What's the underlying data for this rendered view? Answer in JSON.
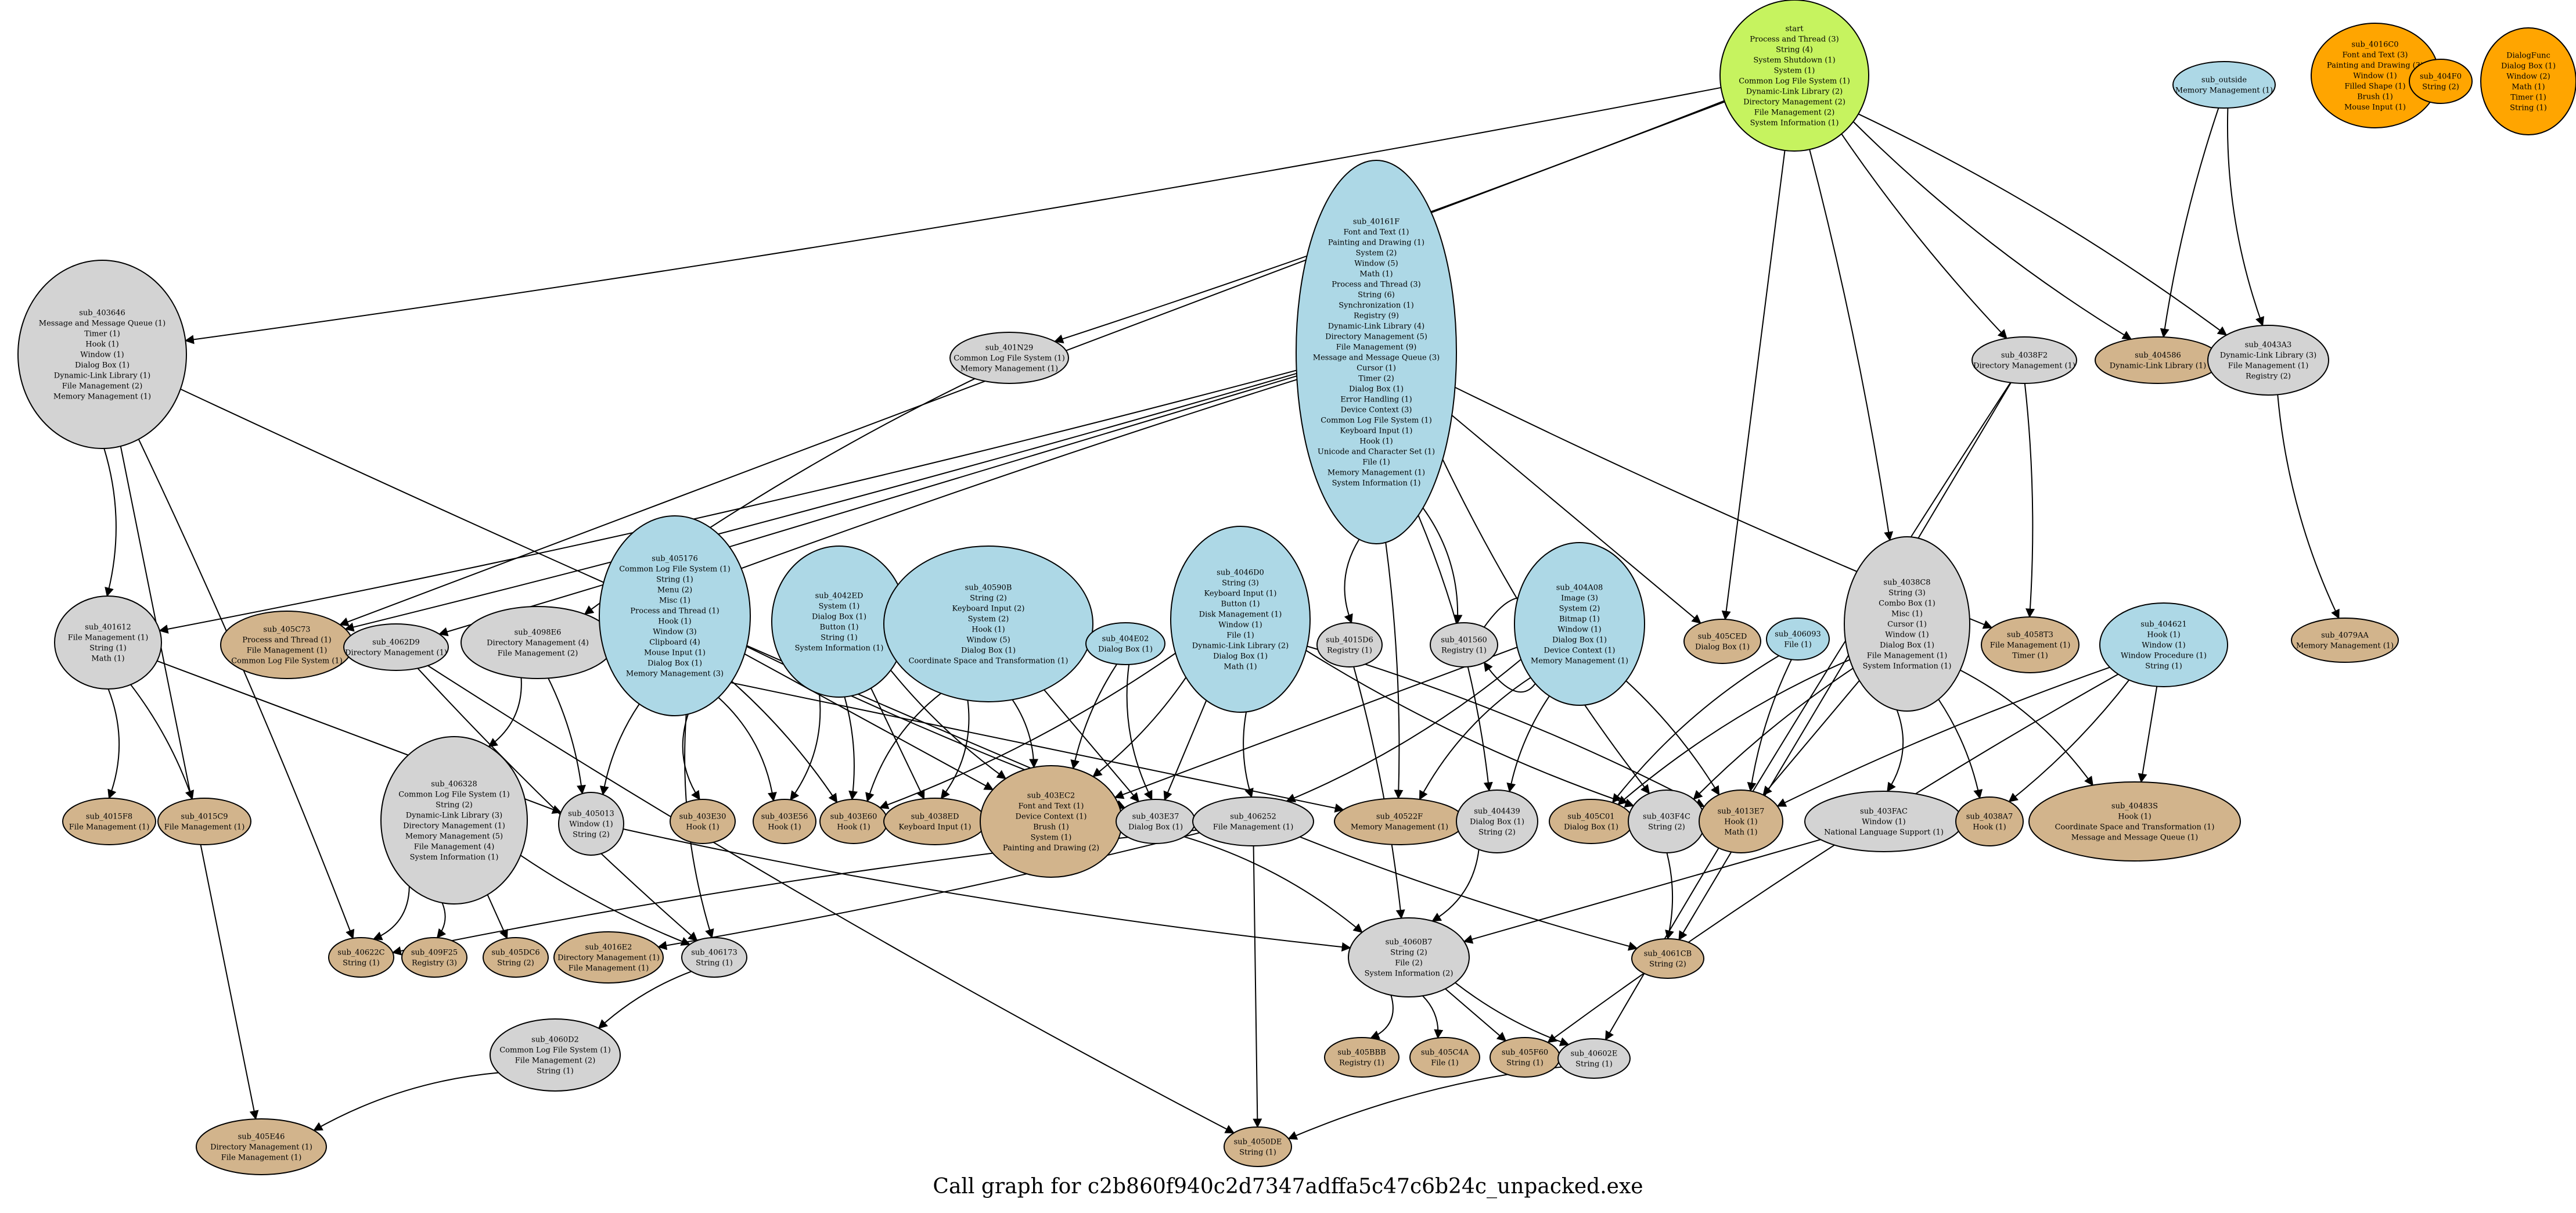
{
  "caption": "Call graph for c2b860f940c2d7347adffa5c47c6b24c_unpacked.exe",
  "colors": {
    "entry": "#c6f35f",
    "function_with_calls": "#add8e6",
    "function_internal": "#d3d3d3",
    "leaf_api": "#d2b48c",
    "exported_unreferenced": "#ffa500"
  },
  "nodes": [
    {
      "id": "start",
      "fill": "entry",
      "lines": [
        "start",
        "Process and Thread (3)",
        "String (4)",
        "System Shutdown (1)",
        "System (1)",
        "Common Log File System (1)",
        "Dynamic-Link Library (2)",
        "Directory Management (2)",
        "File Management (2)",
        "System Information (1)"
      ]
    },
    {
      "id": "sub_4016C0",
      "fill": "exported_unreferenced",
      "lines": [
        "sub_4016C0",
        "Font and Text (3)",
        "Painting and Drawing (3)",
        "Window (1)",
        "Filled Shape (1)",
        "Brush (1)",
        "Mouse Input (1)"
      ]
    },
    {
      "id": "sub_404F0",
      "fill": "exported_unreferenced",
      "lines": [
        "sub_404F0",
        "String (2)"
      ]
    },
    {
      "id": "DialogFunc",
      "fill": "exported_unreferenced",
      "lines": [
        "DialogFunc",
        "Dialog Box (1)",
        "Window (2)",
        "Math (1)",
        "Timer (1)",
        "String (1)"
      ]
    },
    {
      "id": "sub_outside",
      "fill": "function_with_calls",
      "lines": [
        "sub_outside",
        "Memory Management (1)"
      ]
    },
    {
      "id": "sub_403646",
      "fill": "function_internal",
      "lines": [
        "sub_403646",
        "Message and Message Queue (1)",
        "Timer (1)",
        "Hook (1)",
        "Window (1)",
        "Dialog Box (1)",
        "Dynamic-Link Library (1)",
        "File Management (2)",
        "Memory Management (1)"
      ]
    },
    {
      "id": "sub_401N29",
      "fill": "function_internal",
      "lines": [
        "sub_401N29",
        "Common Log File System (1)",
        "Memory Management (1)"
      ]
    },
    {
      "id": "sub_40161F",
      "fill": "function_with_calls",
      "lines": [
        "sub_40161F",
        "Font and Text (1)",
        "Painting and Drawing (1)",
        "System (2)",
        "Window (5)",
        "Math (1)",
        "Process and Thread (3)",
        "String (6)",
        "Synchronization (1)",
        "Registry (9)",
        "Dynamic-Link Library (4)",
        "Directory Management (5)",
        "File Management (9)",
        "Message and Message Queue (3)",
        "Cursor (1)",
        "Timer (2)",
        "Dialog Box (1)",
        "Error Handling (1)",
        "Device Context (3)",
        "Common Log File System (1)",
        "Keyboard Input (1)",
        "Hook (1)",
        "Unicode and Character Set (1)",
        "File (1)",
        "Memory Management (1)",
        "System Information (1)"
      ]
    },
    {
      "id": "sub_4038F2",
      "fill": "function_internal",
      "lines": [
        "sub_4038F2",
        "Directory Management (1)"
      ]
    },
    {
      "id": "sub_404586",
      "fill": "leaf_api",
      "lines": [
        "sub_404586",
        "Dynamic-Link Library (1)"
      ]
    },
    {
      "id": "sub_4043A3",
      "fill": "function_internal",
      "lines": [
        "sub_4043A3",
        "Dynamic-Link Library (3)",
        "File Management (1)",
        "Registry (2)"
      ]
    },
    {
      "id": "sub_401612",
      "fill": "function_internal",
      "lines": [
        "sub_401612",
        "File Management (1)",
        "String (1)",
        "Math (1)"
      ]
    },
    {
      "id": "sub_405C73",
      "fill": "leaf_api",
      "lines": [
        "sub_405C73",
        "Process and Thread (1)",
        "File Management (1)",
        "Common Log File System (1)"
      ]
    },
    {
      "id": "sub_4062D9",
      "fill": "function_internal",
      "lines": [
        "sub_4062D9",
        "Directory Management (1)"
      ]
    },
    {
      "id": "sub_4098E6",
      "fill": "function_internal",
      "lines": [
        "sub_4098E6",
        "Directory Management (4)",
        "File Management (2)"
      ]
    },
    {
      "id": "sub_405176",
      "fill": "function_with_calls",
      "lines": [
        "sub_405176",
        "Common Log File System (1)",
        "String (1)",
        "Menu (2)",
        "Misc (1)",
        "Process and Thread (1)",
        "Hook (1)",
        "Window (3)",
        "Clipboard (4)",
        "Mouse Input (1)",
        "Dialog Box (1)",
        "Memory Management (3)"
      ]
    },
    {
      "id": "sub_4042ED",
      "fill": "function_with_calls",
      "lines": [
        "sub_4042ED",
        "System (1)",
        "Dialog Box (1)",
        "Button (1)",
        "String (1)",
        "System Information (1)"
      ]
    },
    {
      "id": "sub_40590B",
      "fill": "function_with_calls",
      "lines": [
        "sub_40590B",
        "String (2)",
        "Keyboard Input (2)",
        "System (2)",
        "Hook (1)",
        "Window (5)",
        "Dialog Box (1)",
        "Coordinate Space and Transformation (1)"
      ]
    },
    {
      "id": "sub_404E02",
      "fill": "function_with_calls",
      "lines": [
        "sub_404E02",
        "Dialog Box (1)"
      ]
    },
    {
      "id": "sub_4046D0",
      "fill": "function_with_calls",
      "lines": [
        "sub_4046D0",
        "String (3)",
        "Keyboard Input (1)",
        "Button (1)",
        "Disk Management (1)",
        "Window (1)",
        "File (1)",
        "Dynamic-Link Library (2)",
        "Dialog Box (1)",
        "Math (1)"
      ]
    },
    {
      "id": "sub_4015D6",
      "fill": "function_internal",
      "lines": [
        "sub_4015D6",
        "Registry (1)"
      ]
    },
    {
      "id": "sub_401560",
      "fill": "function_internal",
      "lines": [
        "sub_401560",
        "Registry (1)"
      ]
    },
    {
      "id": "sub_404A08",
      "fill": "function_with_calls",
      "lines": [
        "sub_404A08",
        "Image (3)",
        "System (2)",
        "Bitmap (1)",
        "Window (1)",
        "Dialog Box (1)",
        "Device Context (1)",
        "Memory Management (1)"
      ]
    },
    {
      "id": "sub_405CED",
      "fill": "leaf_api",
      "lines": [
        "sub_405CED",
        "Dialog Box (1)"
      ]
    },
    {
      "id": "sub_406093",
      "fill": "function_with_calls",
      "lines": [
        "sub_406093",
        "File (1)"
      ]
    },
    {
      "id": "sub_4038C8",
      "fill": "function_internal",
      "lines": [
        "sub_4038C8",
        "String (3)",
        "Combo Box (1)",
        "Misc (1)",
        "Cursor (1)",
        "Window (1)",
        "Dialog Box (1)",
        "File Management (1)",
        "System Information (1)"
      ]
    },
    {
      "id": "sub_4058T3",
      "fill": "leaf_api",
      "lines": [
        "sub_4058T3",
        "File Management (1)",
        "Timer (1)"
      ]
    },
    {
      "id": "sub_404621",
      "fill": "function_with_calls",
      "lines": [
        "sub_404621",
        "Hook (1)",
        "Window (1)",
        "Window Procedure (1)",
        "String (1)"
      ]
    },
    {
      "id": "sub_4079AA",
      "fill": "leaf_api",
      "lines": [
        "sub_4079AA",
        "Memory Management (1)"
      ]
    },
    {
      "id": "sub_4015F8",
      "fill": "leaf_api",
      "lines": [
        "sub_4015F8",
        "File Management (1)"
      ]
    },
    {
      "id": "sub_4015C9",
      "fill": "leaf_api",
      "lines": [
        "sub_4015C9",
        "File Management (1)"
      ]
    },
    {
      "id": "sub_406328",
      "fill": "function_internal",
      "lines": [
        "sub_406328",
        "Common Log File System (1)",
        "String (2)",
        "Dynamic-Link Library (3)",
        "Directory Management (1)",
        "Memory Management (5)",
        "File Management (4)",
        "System Information (1)"
      ]
    },
    {
      "id": "sub_405013",
      "fill": "function_internal",
      "lines": [
        "sub_405013",
        "Window (1)",
        "String (2)"
      ]
    },
    {
      "id": "sub_403E30",
      "fill": "leaf_api",
      "lines": [
        "sub_403E30",
        "Hook (1)"
      ]
    },
    {
      "id": "sub_403E56",
      "fill": "leaf_api",
      "lines": [
        "sub_403E56",
        "Hook (1)"
      ]
    },
    {
      "id": "sub_403E60",
      "fill": "leaf_api",
      "lines": [
        "sub_403E60",
        "Hook (1)"
      ]
    },
    {
      "id": "sub_4038ED",
      "fill": "leaf_api",
      "lines": [
        "sub_4038ED",
        "Keyboard Input (1)"
      ]
    },
    {
      "id": "sub_403EC2",
      "fill": "leaf_api",
      "lines": [
        "sub_403EC2",
        "Font and Text (1)",
        "Device Context (1)",
        "Brush (1)",
        "System (1)",
        "Painting and Drawing (2)"
      ]
    },
    {
      "id": "sub_403E37",
      "fill": "function_internal",
      "lines": [
        "sub_403E37",
        "Dialog Box (1)"
      ]
    },
    {
      "id": "sub_406252",
      "fill": "function_internal",
      "lines": [
        "sub_406252",
        "File Management (1)"
      ]
    },
    {
      "id": "sub_40522F",
      "fill": "leaf_api",
      "lines": [
        "sub_40522F",
        "Memory Management (1)"
      ]
    },
    {
      "id": "sub_404439",
      "fill": "function_internal",
      "lines": [
        "sub_404439",
        "Dialog Box (1)",
        "String (2)"
      ]
    },
    {
      "id": "sub_405C01",
      "fill": "leaf_api",
      "lines": [
        "sub_405C01",
        "Dialog Box (1)"
      ]
    },
    {
      "id": "sub_403F4C",
      "fill": "function_internal",
      "lines": [
        "sub_403F4C",
        "String (2)"
      ]
    },
    {
      "id": "sub_4013E7",
      "fill": "leaf_api",
      "lines": [
        "sub_4013E7",
        "Hook (1)",
        "Math (1)"
      ]
    },
    {
      "id": "sub_403FAC",
      "fill": "function_internal",
      "lines": [
        "sub_403FAC",
        "Window (1)",
        "National Language Support (1)"
      ]
    },
    {
      "id": "sub_4038A7",
      "fill": "leaf_api",
      "lines": [
        "sub_4038A7",
        "Hook (1)"
      ]
    },
    {
      "id": "sub_40483S",
      "fill": "leaf_api",
      "lines": [
        "sub_40483S",
        "Hook (1)",
        "Coordinate Space and Transformation (1)",
        "Message and Message Queue (1)"
      ]
    },
    {
      "id": "sub_40622C",
      "fill": "leaf_api",
      "lines": [
        "sub_40622C",
        "String (1)"
      ]
    },
    {
      "id": "sub_409F25",
      "fill": "leaf_api",
      "lines": [
        "sub_409F25",
        "Registry (3)"
      ]
    },
    {
      "id": "sub_405DC6",
      "fill": "leaf_api",
      "lines": [
        "sub_405DC6",
        "String (2)"
      ]
    },
    {
      "id": "sub_4016E2",
      "fill": "leaf_api",
      "lines": [
        "sub_4016E2",
        "Directory Management (1)",
        "File Management (1)"
      ]
    },
    {
      "id": "sub_406173",
      "fill": "function_internal",
      "lines": [
        "sub_406173",
        "String (1)"
      ]
    },
    {
      "id": "sub_4060B7",
      "fill": "function_internal",
      "lines": [
        "sub_4060B7",
        "String (2)",
        "File (2)",
        "System Information (2)"
      ]
    },
    {
      "id": "sub_4061CB",
      "fill": "leaf_api",
      "lines": [
        "sub_4061CB",
        "String (2)"
      ]
    },
    {
      "id": "sub_4060D2",
      "fill": "function_internal",
      "lines": [
        "sub_4060D2",
        "Common Log File System (1)",
        "File Management (2)",
        "String (1)"
      ]
    },
    {
      "id": "sub_405BBB",
      "fill": "leaf_api",
      "lines": [
        "sub_405BBB",
        "Registry (1)"
      ]
    },
    {
      "id": "sub_405C4A",
      "fill": "leaf_api",
      "lines": [
        "sub_405C4A",
        "File (1)"
      ]
    },
    {
      "id": "sub_405F60",
      "fill": "leaf_api",
      "lines": [
        "sub_405F60",
        "String (1)"
      ]
    },
    {
      "id": "sub_40602E",
      "fill": "function_internal",
      "lines": [
        "sub_40602E",
        "String (1)"
      ]
    },
    {
      "id": "sub_405E46",
      "fill": "leaf_api",
      "lines": [
        "sub_405E46",
        "Directory Management (1)",
        "File Management (1)"
      ]
    },
    {
      "id": "sub_4050DE",
      "fill": "leaf_api",
      "lines": [
        "sub_4050DE",
        "String (1)"
      ]
    }
  ]
}
